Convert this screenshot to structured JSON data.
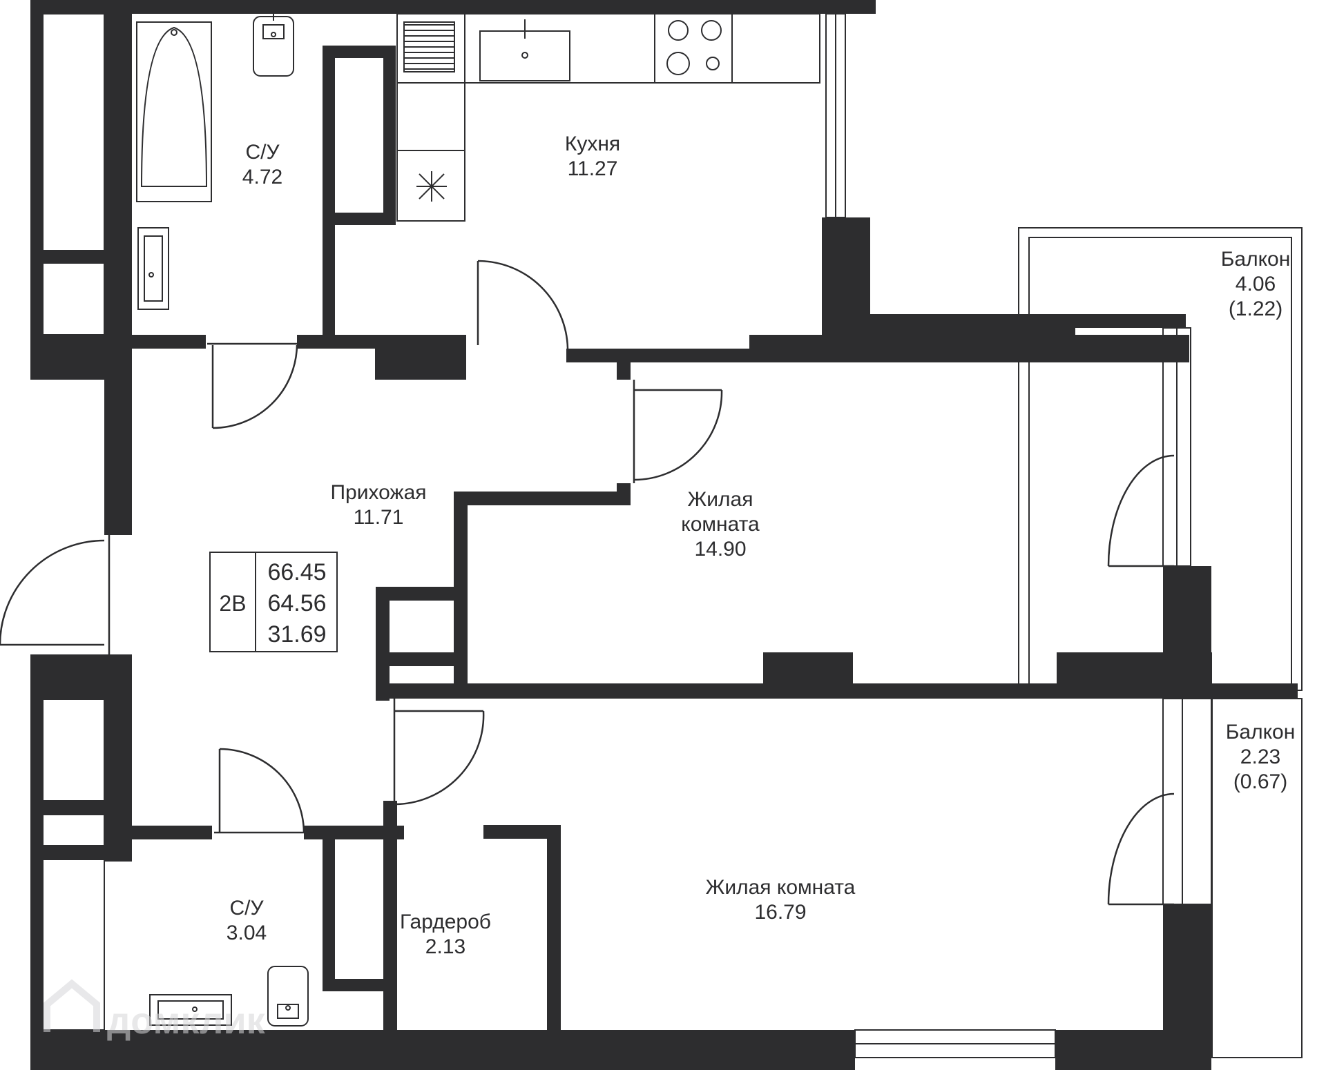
{
  "rooms": {
    "bathroom_top": {
      "name": "С/У",
      "area": "4.72"
    },
    "kitchen": {
      "name": "Кухня",
      "area": "11.27"
    },
    "balcony_top": {
      "name": "Балкон",
      "area": "4.06",
      "reduced": "(1.22)"
    },
    "hallway": {
      "name": "Прихожая",
      "area": "11.71"
    },
    "living_room_1": {
      "line1": "Жилая",
      "line2": "комната",
      "area": "14.90"
    },
    "balcony_bottom": {
      "name": "Балкон",
      "area": "2.23",
      "reduced": "(0.67)"
    },
    "bathroom_bottom": {
      "name": "С/У",
      "area": "3.04"
    },
    "wardrobe": {
      "name": "Гардероб",
      "area": "2.13"
    },
    "living_room_2": {
      "name": "Жилая комната",
      "area": "16.79"
    }
  },
  "info_box": {
    "type": "2В",
    "total_area": "66.45",
    "living_area": "64.56",
    "extra_area": "31.69"
  },
  "watermark": "домклик",
  "colors": {
    "wall": "#2d2d2f",
    "background": "#ffffff"
  }
}
